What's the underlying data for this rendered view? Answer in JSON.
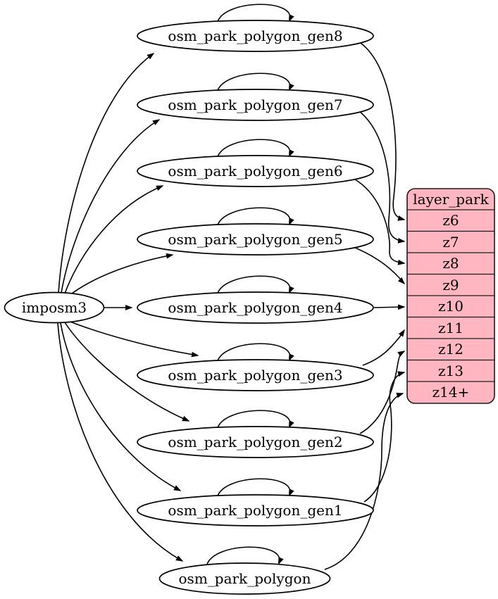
{
  "diagram": {
    "type": "directed-graph",
    "background": "#ffffff",
    "edge_color": "#000000",
    "node_fill": "#ffffff",
    "node_stroke": "#000000",
    "source": {
      "id": "imposm3",
      "label": "imposm3"
    },
    "nodes": [
      {
        "id": "osm_park_polygon_gen8",
        "label": "osm_park_polygon_gen8",
        "self_loop": true,
        "zoom_row": "z6"
      },
      {
        "id": "osm_park_polygon_gen7",
        "label": "osm_park_polygon_gen7",
        "self_loop": true,
        "zoom_row": "z7"
      },
      {
        "id": "osm_park_polygon_gen6",
        "label": "osm_park_polygon_gen6",
        "self_loop": true,
        "zoom_row": "z8"
      },
      {
        "id": "osm_park_polygon_gen5",
        "label": "osm_park_polygon_gen5",
        "self_loop": true,
        "zoom_row": "z9"
      },
      {
        "id": "osm_park_polygon_gen4",
        "label": "osm_park_polygon_gen4",
        "self_loop": true,
        "zoom_row": "z10"
      },
      {
        "id": "osm_park_polygon_gen3",
        "label": "osm_park_polygon_gen3",
        "self_loop": true,
        "zoom_row": "z11"
      },
      {
        "id": "osm_park_polygon_gen2",
        "label": "osm_park_polygon_gen2",
        "self_loop": true,
        "zoom_row": "z12"
      },
      {
        "id": "osm_park_polygon_gen1",
        "label": "osm_park_polygon_gen1",
        "self_loop": true,
        "zoom_row": "z13"
      },
      {
        "id": "osm_park_polygon",
        "label": "osm_park_polygon",
        "self_loop": true,
        "zoom_row": "z14+"
      }
    ],
    "table": {
      "title": "layer_park",
      "rows": [
        "z6",
        "z7",
        "z8",
        "z9",
        "z10",
        "z11",
        "z12",
        "z13",
        "z14+"
      ],
      "fill": "#ffb6c1",
      "stroke": "#1c1c1c"
    },
    "edges": [
      {
        "from": "imposm3",
        "to": "osm_park_polygon_gen8"
      },
      {
        "from": "imposm3",
        "to": "osm_park_polygon_gen7"
      },
      {
        "from": "imposm3",
        "to": "osm_park_polygon_gen6"
      },
      {
        "from": "imposm3",
        "to": "osm_park_polygon_gen5"
      },
      {
        "from": "imposm3",
        "to": "osm_park_polygon_gen4"
      },
      {
        "from": "imposm3",
        "to": "osm_park_polygon_gen3"
      },
      {
        "from": "imposm3",
        "to": "osm_park_polygon_gen2"
      },
      {
        "from": "imposm3",
        "to": "osm_park_polygon_gen1"
      },
      {
        "from": "imposm3",
        "to": "osm_park_polygon"
      },
      {
        "from": "osm_park_polygon_gen8",
        "to": "osm_park_polygon_gen8"
      },
      {
        "from": "osm_park_polygon_gen7",
        "to": "osm_park_polygon_gen7"
      },
      {
        "from": "osm_park_polygon_gen6",
        "to": "osm_park_polygon_gen6"
      },
      {
        "from": "osm_park_polygon_gen5",
        "to": "osm_park_polygon_gen5"
      },
      {
        "from": "osm_park_polygon_gen4",
        "to": "osm_park_polygon_gen4"
      },
      {
        "from": "osm_park_polygon_gen3",
        "to": "osm_park_polygon_gen3"
      },
      {
        "from": "osm_park_polygon_gen2",
        "to": "osm_park_polygon_gen2"
      },
      {
        "from": "osm_park_polygon_gen1",
        "to": "osm_park_polygon_gen1"
      },
      {
        "from": "osm_park_polygon",
        "to": "osm_park_polygon"
      },
      {
        "from": "osm_park_polygon_gen8",
        "to": "layer_park:z6"
      },
      {
        "from": "osm_park_polygon_gen7",
        "to": "layer_park:z7"
      },
      {
        "from": "osm_park_polygon_gen6",
        "to": "layer_park:z8"
      },
      {
        "from": "osm_park_polygon_gen5",
        "to": "layer_park:z9"
      },
      {
        "from": "osm_park_polygon_gen4",
        "to": "layer_park:z10"
      },
      {
        "from": "osm_park_polygon_gen3",
        "to": "layer_park:z11"
      },
      {
        "from": "osm_park_polygon_gen2",
        "to": "layer_park:z12"
      },
      {
        "from": "osm_park_polygon_gen1",
        "to": "layer_park:z13"
      },
      {
        "from": "osm_park_polygon",
        "to": "layer_park:z14+"
      }
    ]
  }
}
